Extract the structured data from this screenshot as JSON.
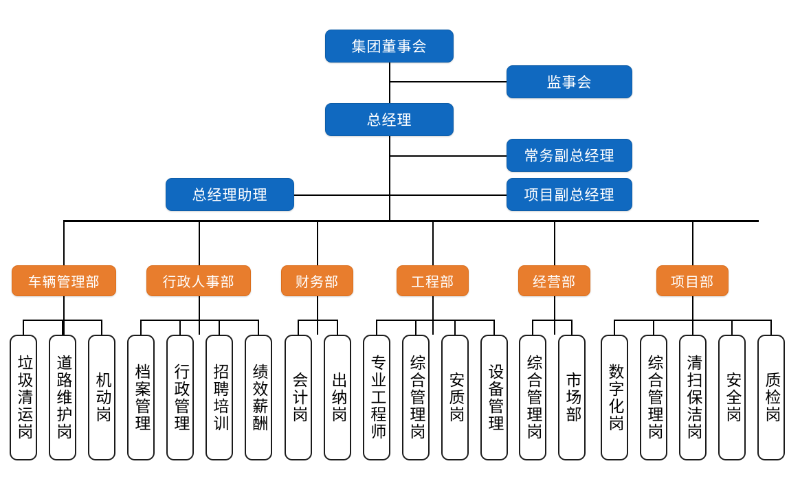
{
  "diagram": {
    "title_nodes": {
      "board": "集团董事会",
      "supervisory_board": "监事会",
      "general_manager": "总经理",
      "executive_deputy_gm": "常务副总经理",
      "project_deputy_gm": "项目副总经理",
      "gm_assistant": "总经理助理"
    },
    "colors": {
      "executive": "#1069C0",
      "department": "#E87D2D",
      "leaf_border": "#1a1a1a",
      "line": "#000000",
      "background": "#ffffff"
    },
    "departments": [
      {
        "label": "车辆管理部",
        "positions": [
          "垃圾清运岗",
          "道路维护岗",
          "机动岗"
        ]
      },
      {
        "label": "行政人事部",
        "positions": [
          "档案管理",
          "行政管理",
          "招聘培训",
          "绩效薪酬"
        ]
      },
      {
        "label": "财务部",
        "positions": [
          "会计岗",
          "出纳岗"
        ]
      },
      {
        "label": "工程部",
        "positions": [
          "专业工程师",
          "综合管理岗",
          "安质岗",
          "设备管理"
        ]
      },
      {
        "label": "经营部",
        "positions": [
          "综合管理岗",
          "市场部"
        ]
      },
      {
        "label": "项目部",
        "positions": [
          "数字化岗",
          "综合管理岗",
          "清扫保洁岗",
          "安全岗",
          "质检岗"
        ]
      }
    ]
  }
}
